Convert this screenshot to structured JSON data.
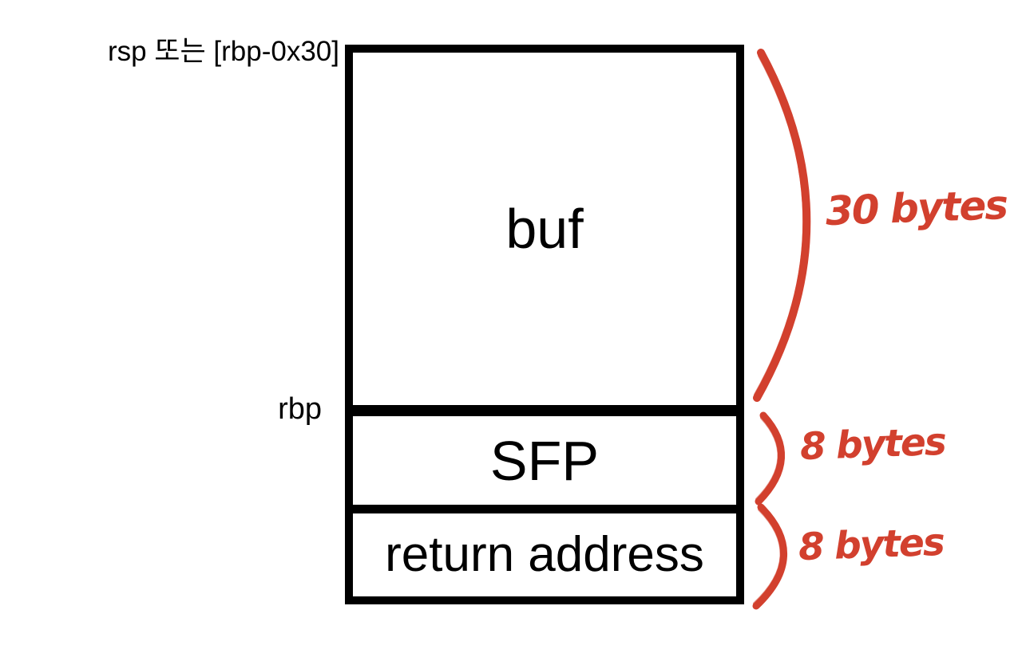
{
  "diagram": {
    "pointer_labels": {
      "top": "rsp 또는 [rbp-0x30]",
      "middle": "rbp"
    },
    "regions": [
      {
        "label": "buf",
        "size": "30 bytes"
      },
      {
        "label": "SFP",
        "size": "8 bytes"
      },
      {
        "label": "return address",
        "size": "8 bytes"
      }
    ],
    "colors": {
      "annotation_red": "#d2402e",
      "box_black": "#000000",
      "background": "#ffffff"
    }
  }
}
